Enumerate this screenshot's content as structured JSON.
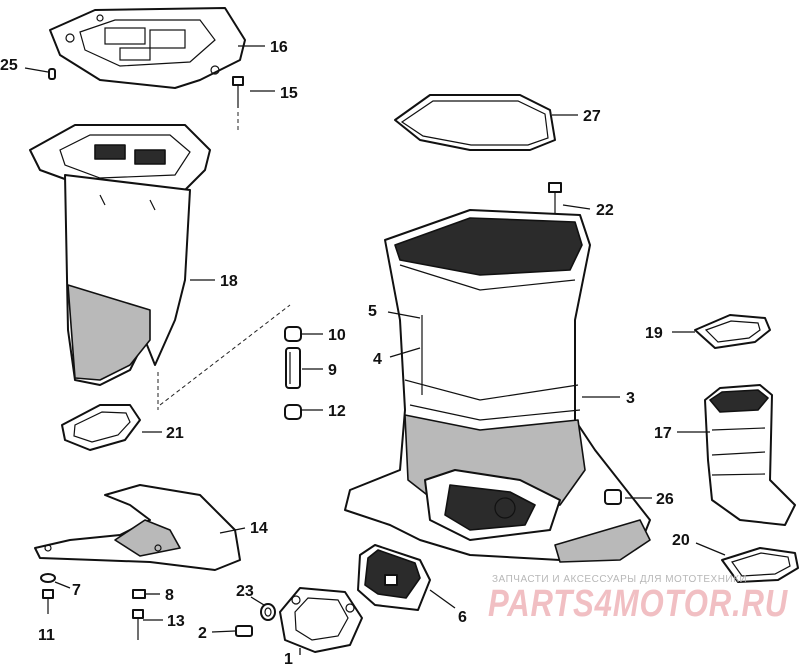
{
  "callouts": {
    "c1": "1",
    "c2": "2",
    "c3": "3",
    "c4": "4",
    "c5": "5",
    "c6": "6",
    "c7": "7",
    "c8": "8",
    "c9": "9",
    "c10": "10",
    "c11": "11",
    "c12": "12",
    "c13": "13",
    "c14": "14",
    "c15": "15",
    "c16": "16",
    "c17": "17",
    "c18": "18",
    "c19": "19",
    "c20": "20",
    "c21": "21",
    "c22": "22",
    "c23": "23",
    "c25": "25",
    "c26": "26",
    "c27": "27"
  },
  "watermark": {
    "caption": "ЗАПЧАСТИ И АКСЕССУАРЫ ДЛЯ МОТОТЕХНИКИ",
    "logo": "PARTS4MOTOR.RU",
    "color": "#e8a0a6"
  }
}
